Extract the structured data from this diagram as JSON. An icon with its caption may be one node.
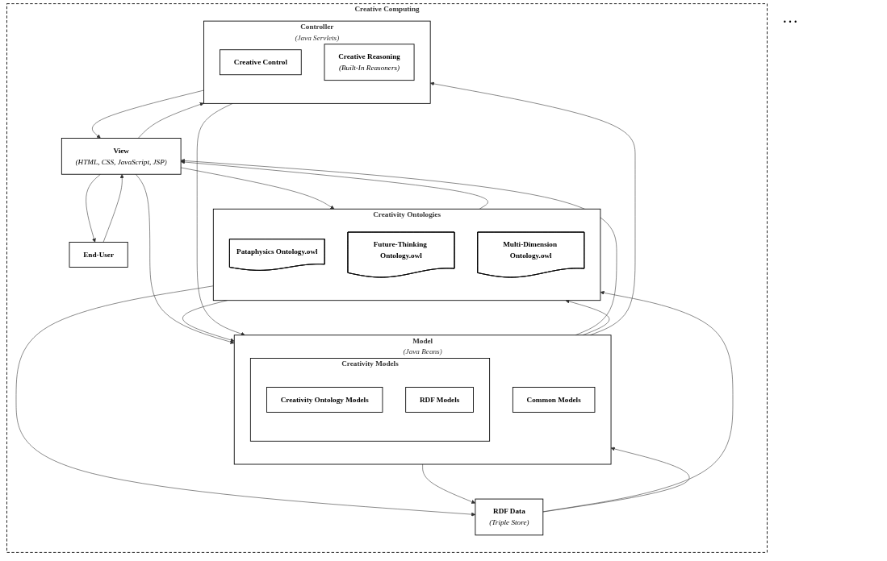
{
  "diagram": {
    "nodes": [
      {
        "text": [
          "Creative Computing"
        ]
      },
      {
        "text": [
          "End-User"
        ],
        "in": 0
      },
      {
        "text": [
          "View",
          "(HTML, CSS, JavaScript, JSP)"
        ],
        "in": 0
      },
      {
        "text": [
          "Creativity Ontologies"
        ],
        "in": 0
      },
      {
        "text": [
          "Pataphysics Ontology.owl"
        ],
        "in": 3
      },
      {
        "text": [
          "Future-Thinking Ontology.owl"
        ],
        "in": 3
      },
      {
        "text": [
          "Multi-Dimension Ontology.owl"
        ],
        "in": 3
      },
      {
        "text": [
          "Model",
          "(Java Beans)"
        ],
        "in": 0
      },
      {
        "text": [
          "Common Models"
        ],
        "in": 7
      },
      {
        "text": [
          "Creativity Models"
        ],
        "in": 7
      },
      {
        "text": [
          "Creativity Ontology Models"
        ],
        "in": 9
      },
      {
        "text": [
          "RDF Models"
        ],
        "in": 9
      },
      {
        "text": [
          "Controller",
          "(Java Servlets)"
        ],
        "in": 0
      },
      {
        "text": [
          "Creative Control"
        ],
        "in": 12
      },
      {
        "text": [
          "Creative Reasoning",
          "(Built-In Reasoners)"
        ],
        "in": 12
      },
      {
        "text": [
          "RDF Data",
          "(Triple Store)"
        ],
        "in": 0
      }
    ],
    "edges": [
      {
        "from": 1,
        "to": 2,
        "arrow": "to"
      },
      {
        "from": 2,
        "to": 1,
        "arrow": "to"
      },
      {
        "from": 2,
        "to": 3,
        "arrow": "to"
      },
      {
        "from": 3,
        "to": 2,
        "arrow": "to"
      },
      {
        "from": 2,
        "to": 7,
        "arrow": "to"
      },
      {
        "from": 7,
        "to": 2,
        "arrow": "to"
      },
      {
        "from": 2,
        "to": 12,
        "arrow": "to"
      },
      {
        "from": 12,
        "to": 2,
        "arrow": "to"
      },
      {
        "from": 7,
        "to": 3,
        "arrow": "to"
      },
      {
        "from": 3,
        "to": 7,
        "arrow": "to"
      },
      {
        "from": 12,
        "to": 7,
        "arrow": "to"
      },
      {
        "from": 7,
        "to": 12,
        "arrow": "to"
      },
      {
        "from": 3,
        "to": 15,
        "arrow": "to"
      },
      {
        "from": 15,
        "to": 3,
        "arrow": "to"
      },
      {
        "from": 15,
        "to": 7,
        "arrow": "to"
      },
      {
        "from": 7,
        "to": 15,
        "arrow": "to"
      }
    ],
    "labels": [
      "…"
    ]
  }
}
